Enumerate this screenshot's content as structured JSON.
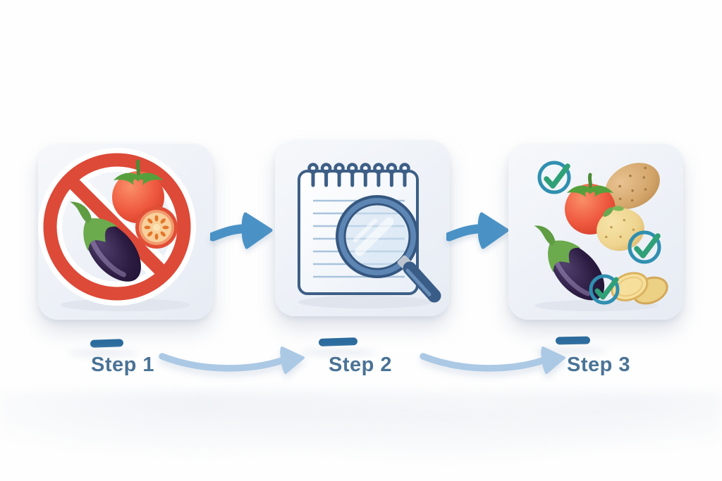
{
  "title": "Three step process diagram",
  "colors": {
    "background": "#fefefe",
    "card_background": "#edf1f7",
    "step_label_text": "#4a7396",
    "step_marker_dash": "#2b6b9d",
    "connector_arrow_blue": "#4a92c6",
    "flow_arrow_light_blue": "#abc9e4",
    "prohibition_red": "#dd4a38",
    "checkmark_ring_blue": "#2f8fb0",
    "checkmark_green": "#2fa077",
    "notepad_outline_blue": "#3d5f86",
    "magnifier_rim_blue": "#5d86b4",
    "eggplant_purple": "#2c1c42",
    "tomato_red": "#ef5a40",
    "potato_brown": "#d4a76c",
    "potato_yellow": "#eed48f"
  },
  "steps": [
    {
      "label": "Step 1",
      "icon": "prohibited-nightshade-vegetables-icon"
    },
    {
      "label": "Step 2",
      "icon": "notepad-with-magnifier-icon"
    },
    {
      "label": "Step 3",
      "icon": "approved-vegetables-icon"
    }
  ]
}
